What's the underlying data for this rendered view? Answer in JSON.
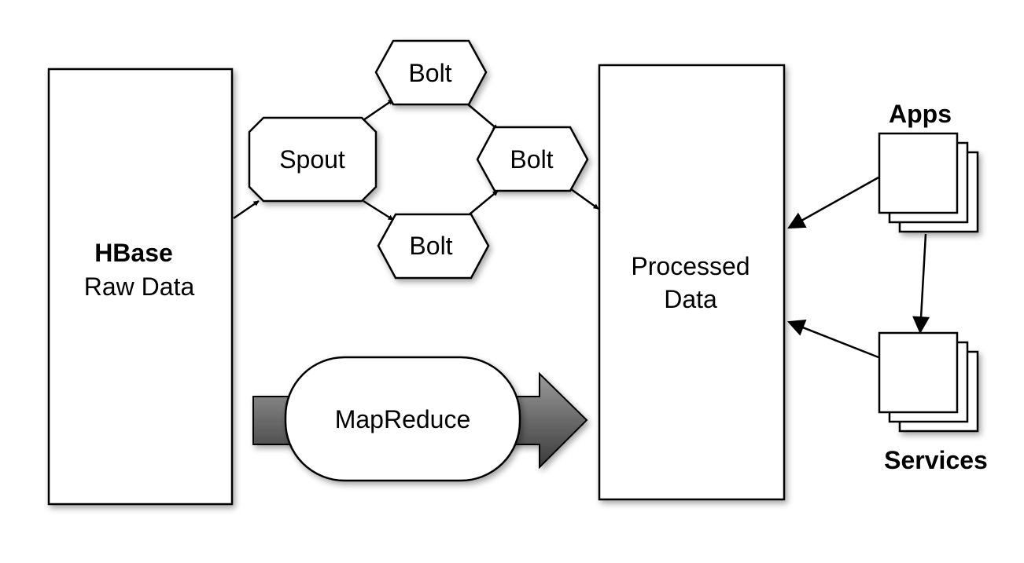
{
  "diagram": {
    "hbase": {
      "title": "HBase",
      "subtitle": "Raw Data"
    },
    "spout": {
      "label": "Spout"
    },
    "bolts": [
      {
        "label": "Bolt"
      },
      {
        "label": "Bolt"
      },
      {
        "label": "Bolt"
      }
    ],
    "processed": {
      "line1": "Processed",
      "line2": "Data"
    },
    "mapreduce": {
      "label": "MapReduce"
    },
    "apps": {
      "label": "Apps"
    },
    "services": {
      "label": "Services"
    }
  }
}
